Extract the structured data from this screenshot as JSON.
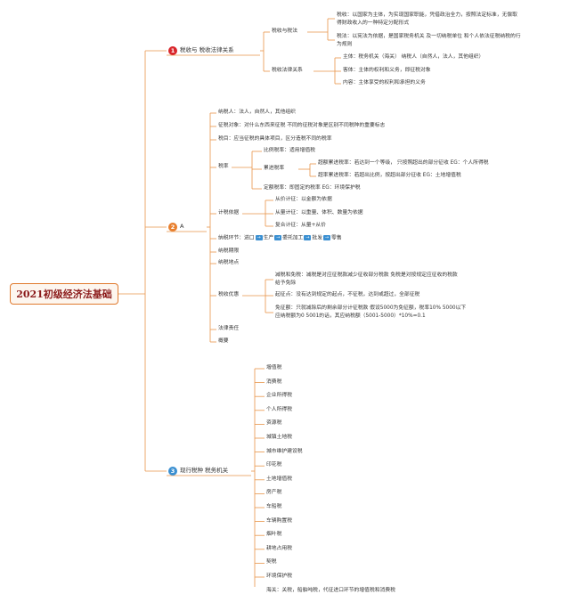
{
  "root": "2021初级经济法基础",
  "colors": {
    "line": "#e8954a",
    "b1": "#d9262b",
    "b2": "#e87f2e",
    "b3": "#3a8fd1"
  },
  "b1": {
    "num": "1",
    "label": "税收与 税收法律关系",
    "tax": {
      "label": "税收与税法",
      "l1a": "税收：以国家为主体，为实现国家职能，凭借政治全力，按照法定标准，无偿取",
      "l1b": "得财政收入的一种特定分配形式",
      "l2a": "税法：以宪法为依据，是国家税务机关 及一切纳税单位 和个人依法征税纳税的行",
      "l2b": "为规则"
    },
    "rel": {
      "label": "税收法律关系",
      "subject": "主体：税务机关（海关） 纳税人（自然人，法人，其他组织）",
      "object": "客体：主体的权利和义务，即征税对象",
      "content": "内容：主体享受的权利和承担的义务"
    }
  },
  "b2": {
    "num": "2",
    "label": "A",
    "taxpayer": "纳税人：法人，自然人，其他组织",
    "taxobj": "征税对象：对什么东西来征税 不同的征税对象是区别不同税种的重要标志",
    "taxitem": "税目：应当征税的具体项目，区分造税不同的税率",
    "rate": {
      "label": "税率",
      "proportional": "比例税率：适用增值税",
      "progressive": "累进税率",
      "excess": "超额累进税率：若达到一个等级， 只按照超出的部分征收 EG：个人所得税",
      "rateexcess": "超率累进税率：若超出比例，按超出部分征收 EG：土地增值税",
      "fixed": "定额税率：即固定的税率 EG：环境保护税"
    },
    "basis": {
      "label": "计税依据",
      "adval": "从价计征：以金额为依据",
      "quant": "从量计征：以重量、体积、数量为依据",
      "compound": "复合计征：从量+从价"
    },
    "link": {
      "prefix": "纳税环节：进口",
      "s1": "生产",
      "s2": "委托加工",
      "s3": "批发",
      "s4": "零售",
      "arrow": "→"
    },
    "period": "纳税期限",
    "place": "纳税地点",
    "pref": {
      "label": "税收优惠",
      "d1a": "减税和免税：减税是对应征税款减少征收部分税款 免税是对按规定应征收的税款",
      "d1b": "给予免除",
      "d2": "起征点：没有达到规定的起点，不征税，达到或超过，全部征税",
      "d3a": "免征额：只就减除后的剩余部分计征税款 假设5000为免征额，税率10% 5000以下",
      "d3b": "应纳税额为0 5001的话，其应纳税额（5001-5000）*10%=0.1"
    },
    "legal": "法律责任",
    "overview": "概要"
  },
  "b3": {
    "num": "3",
    "label": "现行税种 税务机关",
    "items": [
      "增值税",
      "消费税",
      "企业所得税",
      "个人所得税",
      "资源税",
      "城镇土地税",
      "城市维护建设税",
      "印花税",
      "土地增值税",
      "房产税",
      "车船税",
      "车辆购置税",
      "烟叶税",
      "耕地占用税",
      "契税",
      "环境保护税",
      "海关：关税，船舶吨税，代征进口环节的增值税和消费税"
    ]
  }
}
